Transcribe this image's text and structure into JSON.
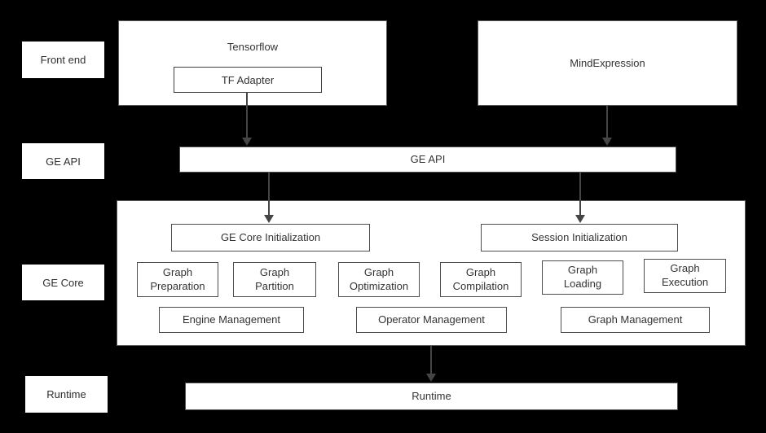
{
  "colors": {
    "background": "#000000",
    "box_fill": "#ffffff",
    "box_border": "#4d4d4d",
    "text": "#333333",
    "arrow": "#454545"
  },
  "side_labels": [
    "Front end",
    "GE API",
    "GE Core",
    "Runtime"
  ],
  "frontend": {
    "tensorflow_label": "Tensorflow",
    "tf_adapter_label": "TF Adapter",
    "mindexpression_label": "MindExpression"
  },
  "ge_api_label": "GE API",
  "ge_core": {
    "init": [
      "GE Core Initialization",
      "Session Initialization"
    ],
    "modules": [
      "Graph\nPreparation",
      "Graph\nPartition",
      "Graph\nOptimization",
      "Graph\nCompilation",
      "Graph\nLoading",
      "Graph\nExecution"
    ],
    "management": [
      "Engine Management",
      "Operator Management",
      "Graph Management"
    ]
  },
  "runtime_label": "Runtime"
}
